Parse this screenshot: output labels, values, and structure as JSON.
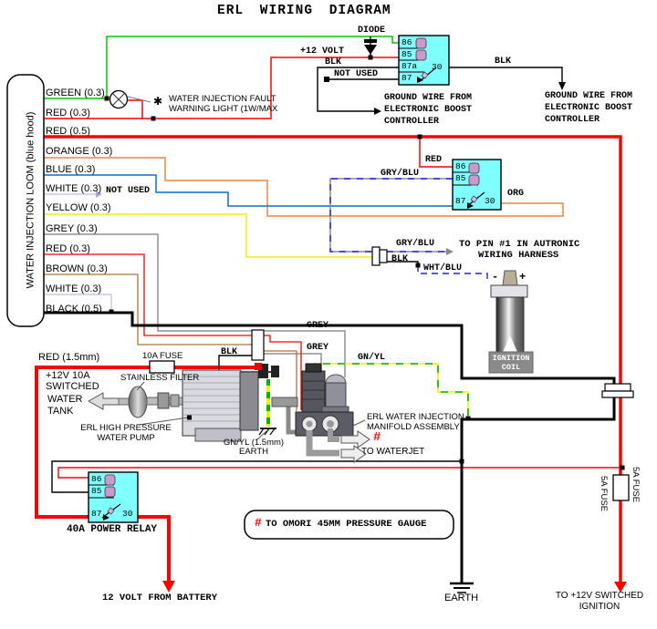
{
  "title": "ERL WIRING DIAGRAM",
  "colors": {
    "relay_fill": "#80FFFF",
    "wire_red": "#FF0000",
    "wire_green": "#00C800",
    "wire_orange": "#EF8440",
    "wire_blue": "#0A6CD0",
    "wire_yellow": "#F8F800",
    "wire_grey": "#909090",
    "wire_brown": "#A8763E",
    "wire_white": "#C9C9EF",
    "wire_black": "#000000",
    "coil_symbol": "#CC99CC",
    "hash_red": "#FF0000"
  },
  "loom": {
    "label": "WATER INJECTION LOOM (blue hood)",
    "wires": [
      "GREEN (0.3)",
      "RED (0.3)",
      "RED (0.5)",
      "ORANGE (0.3)",
      "BLUE (0.3)",
      "WHITE (0.3)",
      "YELLOW (0.3)",
      "GREY (0.3)",
      "RED (0.3)",
      "BROWN (0.3)",
      "WHITE (0.3)",
      "BLACK (0.5)"
    ]
  },
  "top_section": {
    "diode": "DIODE",
    "plus_12_volt": "+12 VOLT",
    "blk_left": "BLK",
    "not_used_relay": "NOT USED",
    "blk_right": "BLK",
    "ground_wire_left": "GROUND WIRE FROM\nELECTRONIC BOOST\nCONTROLLER",
    "ground_wire_right": "GROUND WIRE FROM\nELECTRONIC BOOST\nCONTROLLER",
    "fault_star": "✱",
    "fault_light": "WATER INJECTION FAULT\nWARNING LIGHT (1W/MAX",
    "not_used_loom": "NOT USED"
  },
  "relays": {
    "top": {
      "p86": "86",
      "p85": "85",
      "p87a": "87a",
      "p87": "87",
      "p30": "30"
    },
    "middle": {
      "p86": "86",
      "p85": "85",
      "p87": "87",
      "p30": "30",
      "red": "RED",
      "gry_blu": "GRY/BLU",
      "org": "ORG"
    },
    "bottom": {
      "p86": "86",
      "p85": "85",
      "p87": "87",
      "p30": "30",
      "label": "40A POWER RELAY"
    }
  },
  "autronic": {
    "gry_blu": "GRY/BLU",
    "blk": "BLK",
    "wht_blu": "WHT/BLU",
    "line1": "TO PIN #1 IN AUTRONIC",
    "line2": "WIRING HARNESS"
  },
  "coil": {
    "label": "IGNITION\nCOIL",
    "minus": "-",
    "plus": "+"
  },
  "pump": {
    "red_15": "RED (1.5mm)",
    "fuse": "10A FUSE",
    "switched": "+12V 10A\nSWITCHED",
    "water_tank": "WATER\nTANK",
    "stainless": "STAINLESS FILTER",
    "pump_label": "ERL HIGH PRESSURE\nWATER PUMP",
    "blk": "BLK",
    "gnyl_earth": "GN/YL (1.5mm)\nEARTH"
  },
  "manifold": {
    "grey1": "GREY",
    "grey2": "GREY",
    "gnyl": "GN/YL",
    "label": "ERL WATER INJECTION\nMANIFOLD ASSEMBLY",
    "hash": "#",
    "to_waterjet": "TO WATERJET"
  },
  "bottom_section": {
    "omori_hash": "#",
    "omori": "TO OMORI 45MM PRESSURE GAUGE",
    "battery": "12 VOLT FROM BATTERY",
    "earth": "EARTH",
    "ignition": "TO +12V SWITCHED\nIGNITION",
    "fuse_5a_left": "5A FUSE",
    "fuse_5a_right": "5A FUSE"
  }
}
